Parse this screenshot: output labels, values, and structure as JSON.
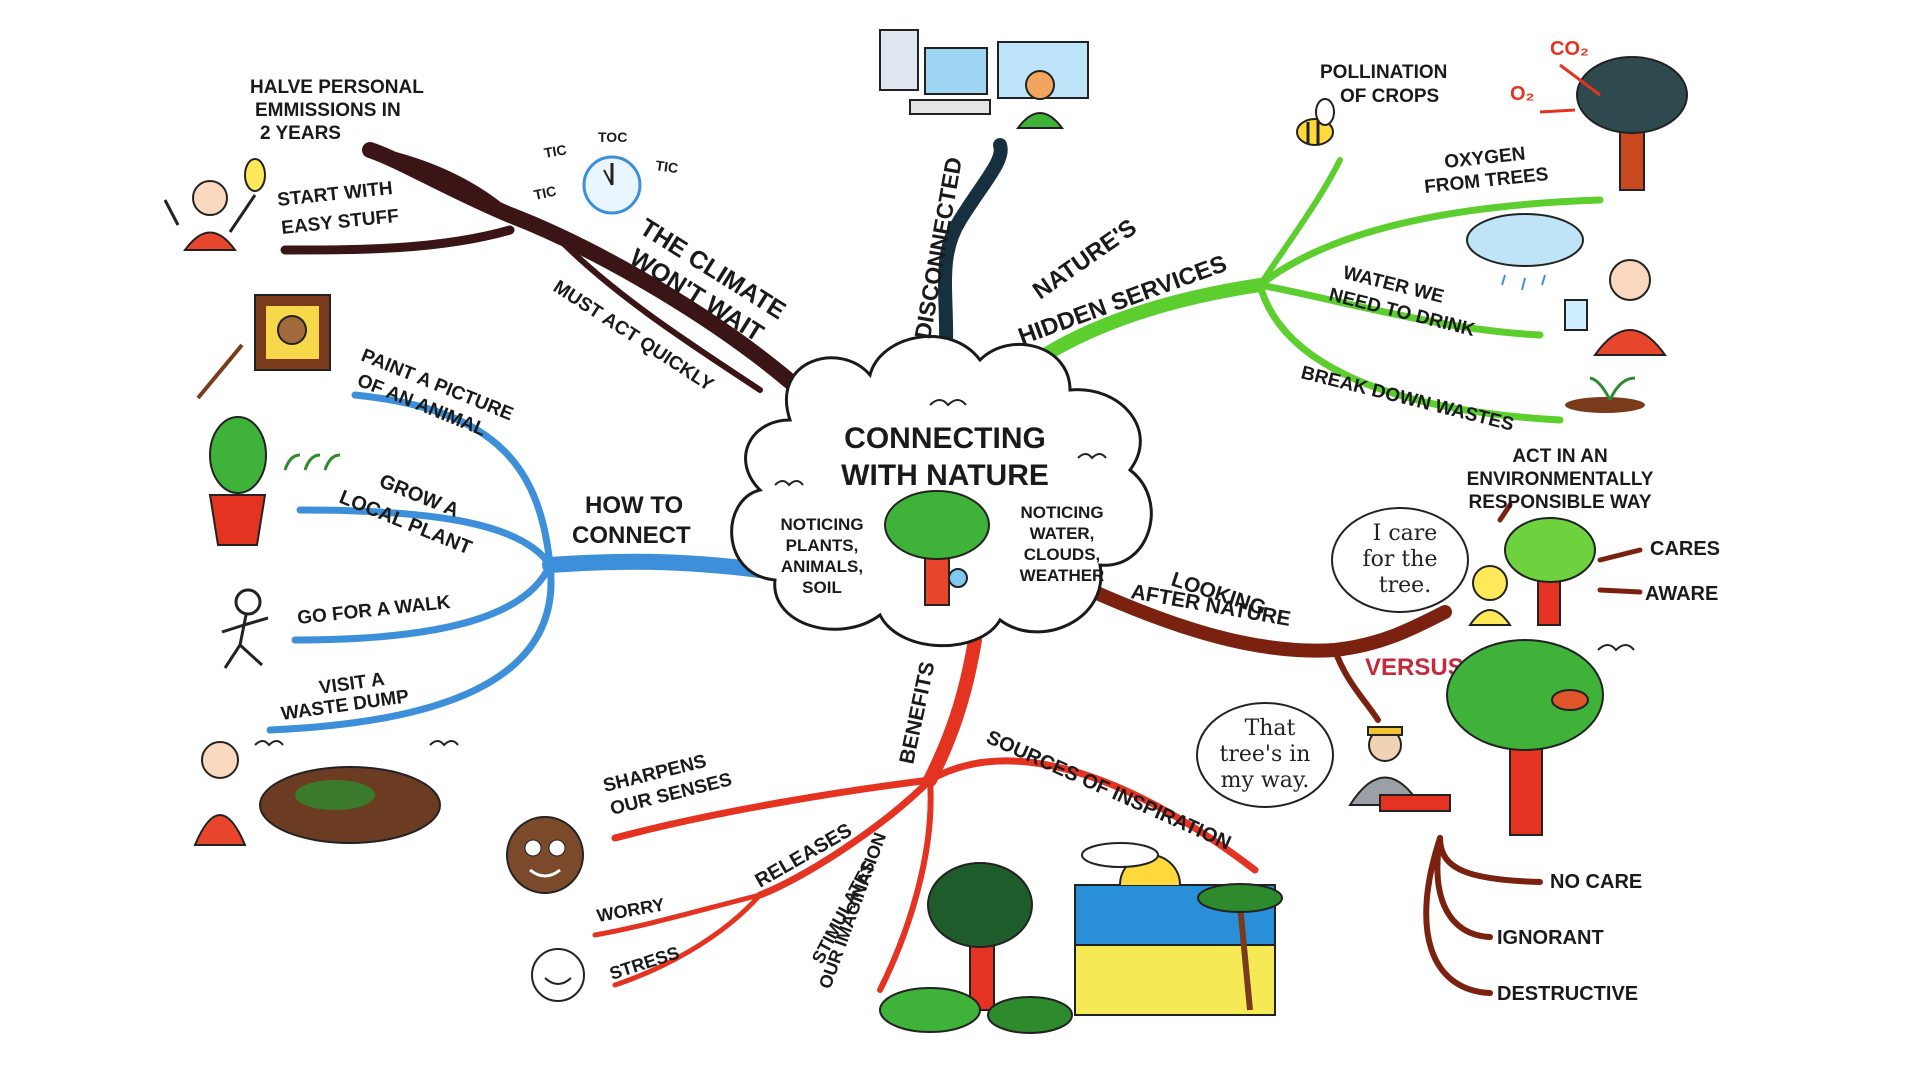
{
  "center": {
    "title_line1": "CONNECTING",
    "title_line2": "WITH NATURE",
    "left_note": [
      "NOTICING",
      "PLANTS,",
      "ANIMALS,",
      "SOIL"
    ],
    "right_note": [
      "NOTICING",
      "WATER,",
      "CLOUDS,",
      "WEATHER"
    ]
  },
  "branches": {
    "climate": {
      "line1": "THE CLIMATE",
      "line2": "WON'T WAIT",
      "sub_must_act": "MUST ACT QUICKLY",
      "halve": [
        "HALVE PERSONAL",
        "EMMISSIONS IN",
        "2 YEARS"
      ],
      "easy": [
        "START WITH",
        "EASY STUFF"
      ],
      "clock": {
        "tic1": "TIC",
        "toc": "TOC",
        "tic2": "TIC",
        "tic3": "TIC"
      }
    },
    "disconnected": {
      "label": "DISCONNECTED"
    },
    "services": {
      "line1": "NATURE'S",
      "line2": "HIDDEN SERVICES",
      "pollination": [
        "POLLINATION",
        "OF CROPS"
      ],
      "oxygen": [
        "OXYGEN",
        "FROM TREES"
      ],
      "water": [
        "WATER WE",
        "NEED TO DRINK"
      ],
      "wastes": "BREAK DOWN WASTES",
      "co2": "CO₂",
      "o2": "O₂"
    },
    "how": {
      "line1": "HOW TO",
      "line2": "CONNECT",
      "paint": [
        "PAINT A PICTURE",
        "OF AN ANIMAL"
      ],
      "grow": [
        "GROW A",
        "LOCAL PLANT"
      ],
      "walk": "GO FOR A WALK",
      "dump": [
        "VISIT A",
        "WASTE DUMP"
      ]
    },
    "looking": {
      "line1": "LOOKING",
      "line2": "AFTER NATURE",
      "act": [
        "ACT IN AN",
        "ENVIRONMENTALLY",
        "RESPONSIBLE WAY"
      ],
      "cares": "CARES",
      "aware": "AWARE",
      "versus": "VERSUS",
      "no_care": "NO CARE",
      "ignorant": "IGNORANT",
      "destructive": "DESTRUCTIVE",
      "bubble_care": [
        "I care",
        "for the",
        "tree."
      ],
      "bubble_way": [
        "That",
        "tree's in",
        "my way."
      ]
    },
    "benefits": {
      "label": "BENEFITS",
      "sharpens": [
        "SHARPENS",
        "OUR SENSES"
      ],
      "releases": "RELEASES",
      "worry": "WORRY",
      "stress": "STRESS",
      "stimulates": [
        "STIMULATES",
        "OUR IMAGINATION"
      ],
      "inspiration": "SOURCES OF INSPIRATION"
    }
  },
  "colors": {
    "climate": "#3b1416",
    "disconnected": "#173040",
    "services": "#5ccf2f",
    "how": "#3d8fd9",
    "looking": "#7a2110",
    "benefits": "#e53322",
    "versus": "#c42a3a"
  },
  "icons": [
    "clock-icon",
    "person-lightbulb-icon",
    "computer-icon",
    "bee-icon",
    "tree-co2-icon",
    "cloud-rain-icon",
    "person-drinking-icon",
    "sprouts-icon",
    "framed-picture-icon",
    "potted-plant-icon",
    "walking-figure-icon",
    "waste-dump-icon",
    "smiling-face-icon",
    "happy-face-icon",
    "forest-icon",
    "beach-icon",
    "caring-tree-icon",
    "lumberjack-icon",
    "birds-icon"
  ]
}
